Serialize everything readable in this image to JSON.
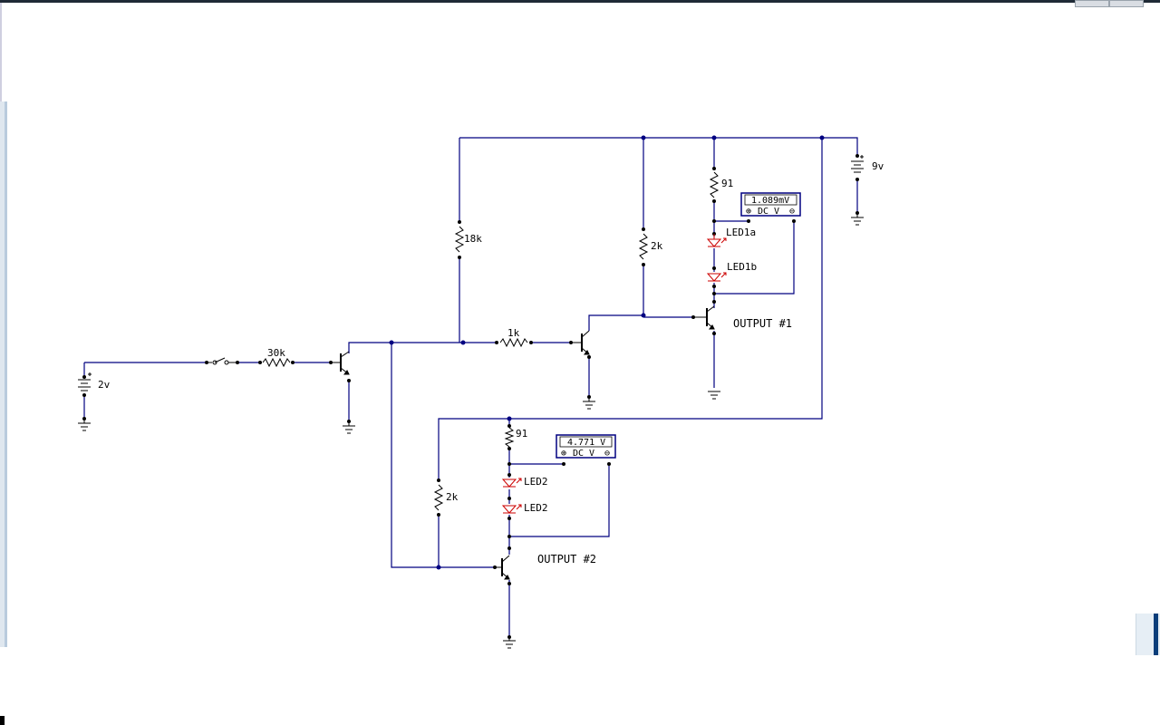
{
  "colors": {
    "wire": "#000080",
    "component": "#000000",
    "led": "#cc0000",
    "background": "#ffffff"
  },
  "components": {
    "battery_in": "2v",
    "battery_supply": "9v",
    "r_input": "30k",
    "r_bias": "18k",
    "r_base": "1k",
    "r_collector1": "2k",
    "r_led1": "91",
    "led1a": "LED1a",
    "led1b": "LED1b",
    "r_collector2": "2k",
    "r_led2": "91",
    "led2a": "LED2",
    "led2b": "LED2"
  },
  "outputs": {
    "output1": "OUTPUT #1",
    "output2": "OUTPUT #2"
  },
  "meters": [
    {
      "reading": "1.089mV",
      "mode": "DC V"
    },
    {
      "reading": "4.771 V",
      "mode": "DC V"
    }
  ]
}
